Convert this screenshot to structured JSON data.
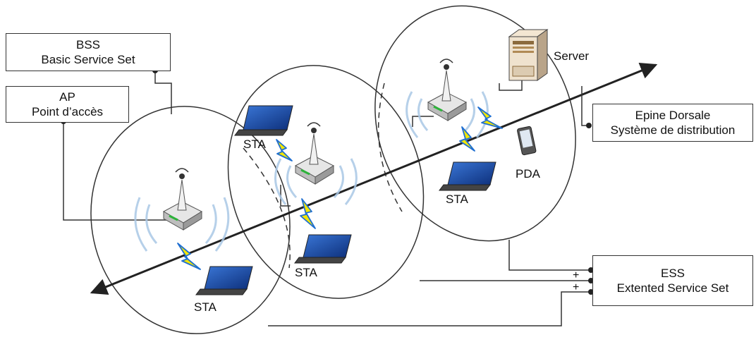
{
  "labels": {
    "bss_title": "BSS",
    "bss_sub": "Basic Service Set",
    "ap_title": "AP",
    "ap_sub": "Point d’accès",
    "ess_title": "ESS",
    "ess_sub": "Extented Service Set",
    "backbone_title": "Epine Dorsale",
    "backbone_sub": "Système de distribution",
    "server": "Server",
    "pda": "PDA",
    "sta1": "STA",
    "sta2": "STA",
    "sta3": "STA",
    "sta4": "STA",
    "plus1": "+",
    "plus2": "+"
  },
  "colors": {
    "line": "#333333",
    "lightning": "#f2e600",
    "lightning_edge": "#1f6fd1",
    "waves": "#aac8e6",
    "laptop_screen": "#1f4ea8"
  }
}
